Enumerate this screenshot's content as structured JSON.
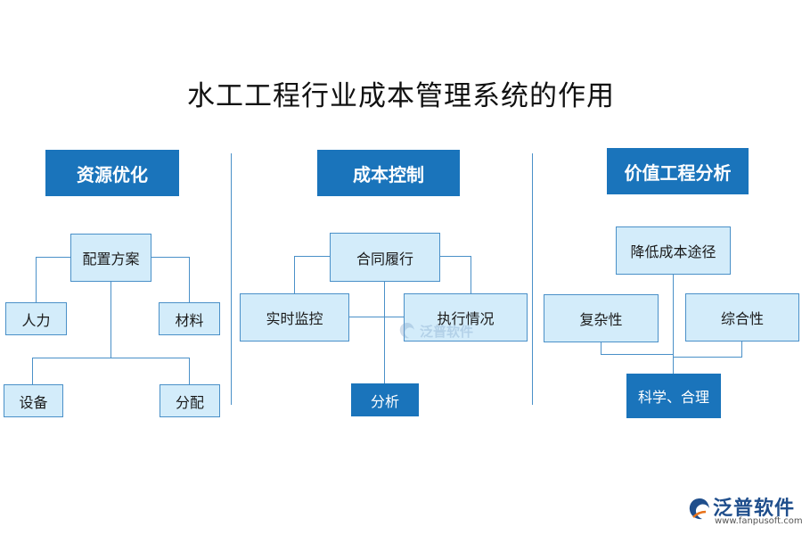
{
  "title": "水工工程行业成本管理系统的作用",
  "sections": [
    {
      "header": "资源优化",
      "root": "配置方案",
      "nodes": [
        "人力",
        "材料",
        "设备",
        "分配"
      ]
    },
    {
      "header": "成本控制",
      "root": "合同履行",
      "nodes": [
        "实时监控",
        "执行情况"
      ],
      "result": "分析"
    },
    {
      "header": "价值工程分析",
      "root": "降低成本途径",
      "nodes": [
        "复杂性",
        "综合性"
      ],
      "result": "科学、合理"
    }
  ],
  "watermark": {
    "center_text": "泛普软件",
    "brand_name": "泛普软件",
    "brand_url": "www.fanpusoft.com"
  },
  "colors": {
    "header_blue": "#1a74bb",
    "box_fill": "#d3ecfa",
    "line_blue": "#4a90c8"
  }
}
